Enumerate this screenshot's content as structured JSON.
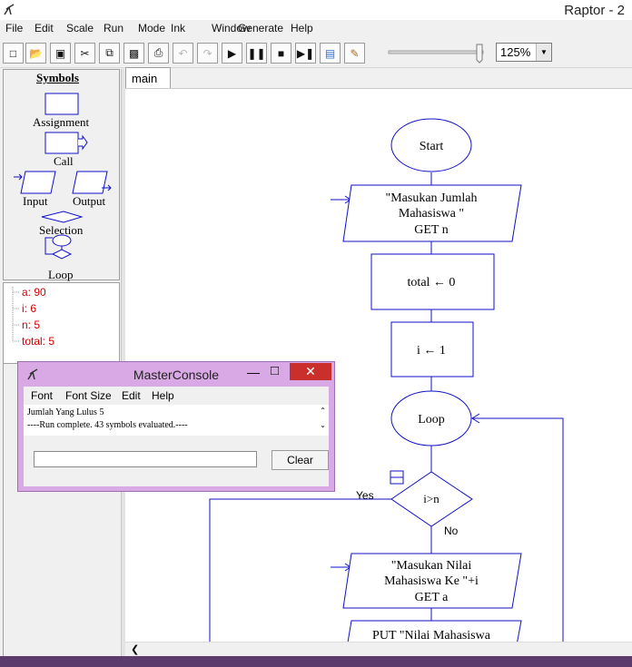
{
  "app": {
    "title": "Raptor - 2"
  },
  "menu": [
    "File",
    "Edit",
    "Scale",
    "Run",
    "Mode",
    "Ink",
    "Window",
    "Generate",
    "Help"
  ],
  "toolbar": {
    "zoom": "125%"
  },
  "symbols": {
    "heading": "Symbols",
    "assignment": "Assignment",
    "call": "Call",
    "input": "Input",
    "output": "Output",
    "selection": "Selection",
    "loop": "Loop"
  },
  "watch": [
    {
      "text": "a: 90"
    },
    {
      "text": "i: 6"
    },
    {
      "text": "n: 5"
    },
    {
      "text": "total: 5"
    }
  ],
  "tabs": {
    "main": "main"
  },
  "flowchart": {
    "start": "Start",
    "input1": [
      "\"Masukan Jumlah",
      "Mahasiswa \"",
      "GET n"
    ],
    "assign1": "total ← 0",
    "assign2": "i ← 1",
    "loop": "Loop",
    "decision": "i>n",
    "yes": "Yes",
    "no": "No",
    "input2": [
      "\"Masukan Nilai",
      "Mahasiswa Ke \"+i",
      "GET a"
    ],
    "output1": "PUT \"Nilai Mahasiswa"
  },
  "console": {
    "title": "MasterConsole",
    "menu": [
      "Font",
      "Font Size",
      "Edit",
      "Help"
    ],
    "lines": [
      "Jumlah Yang Lulus 5",
      "----Run complete.  43 symbols evaluated.----"
    ],
    "clear": "Clear"
  },
  "colors": {
    "flow": "#1010c8",
    "watch_text": "#d00000",
    "console_bg": "#d9a9e6",
    "close_button": "#c9302c"
  }
}
